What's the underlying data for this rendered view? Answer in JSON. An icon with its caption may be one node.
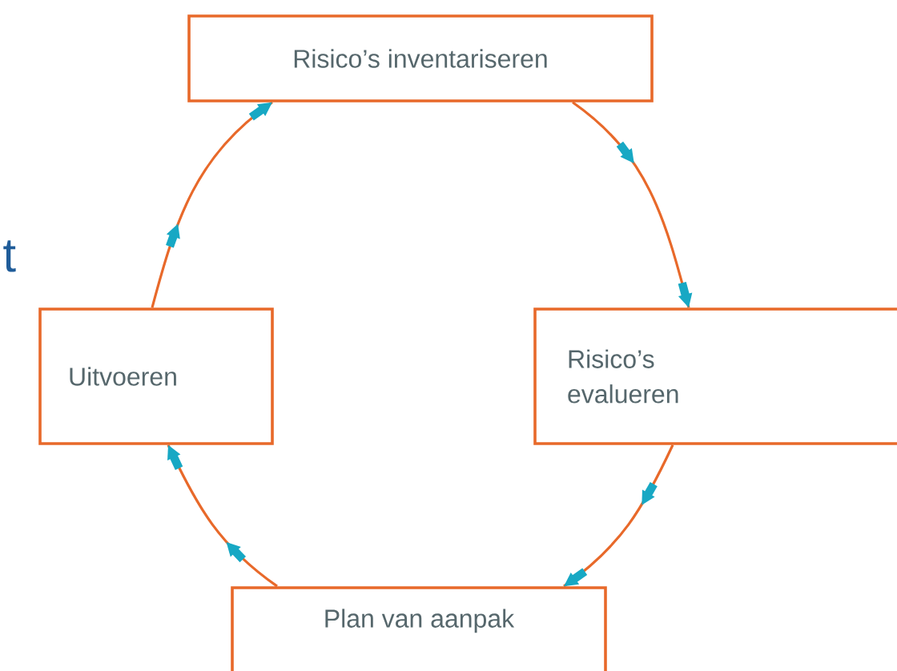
{
  "diagram": {
    "nodes": [
      {
        "text": [
          "Risico’s inventariseren"
        ]
      },
      {
        "text": [
          "Risico’s evalueren"
        ]
      },
      {
        "text": [
          "Plan van aanpak"
        ]
      },
      {
        "text": [
          "Uitvoeren"
        ]
      }
    ],
    "edges": [
      {
        "from": 0,
        "to": 1,
        "arrow": "to"
      },
      {
        "from": 1,
        "to": 2,
        "arrow": "to"
      },
      {
        "from": 2,
        "to": 3,
        "arrow": "to"
      },
      {
        "from": 3,
        "to": 0,
        "arrow": "to"
      }
    ],
    "labels": [
      "t"
    ]
  }
}
